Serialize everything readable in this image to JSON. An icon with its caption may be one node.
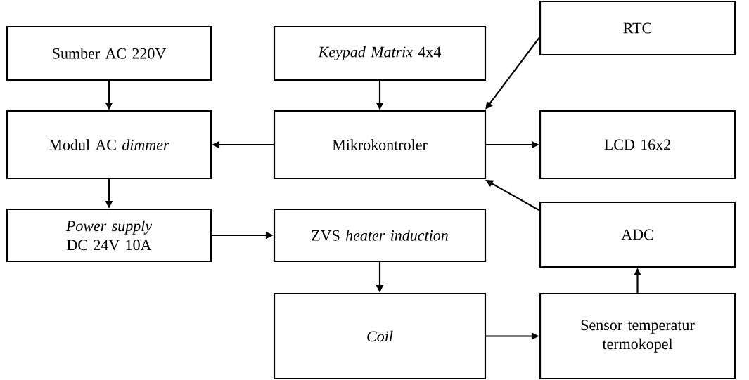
{
  "diagram": {
    "nodes": [
      {
        "text": [
          "Sumber AC 220V"
        ]
      },
      {
        "text": [
          "*Keypad Matrix* 4x4"
        ]
      },
      {
        "text": [
          "RTC"
        ]
      },
      {
        "text": [
          "Modul AC *dimmer*"
        ]
      },
      {
        "text": [
          "Mikrokontroler"
        ]
      },
      {
        "text": [
          "LCD 16x2"
        ]
      },
      {
        "text": [
          "*Power supply* DC 24V 10A"
        ]
      },
      {
        "text": [
          "ZVS *heater induction*"
        ]
      },
      {
        "text": [
          "ADC"
        ]
      },
      {
        "text": [
          "Coil"
        ]
      },
      {
        "text": [
          "Sensor temperatur termokopel"
        ]
      }
    ],
    "edges": [
      {
        "from": 0,
        "to": 3,
        "arrow": "to"
      },
      {
        "from": 1,
        "to": 4,
        "arrow": "to"
      },
      {
        "from": 2,
        "to": 4,
        "arrow": "to"
      },
      {
        "from": 4,
        "to": 3,
        "arrow": "to"
      },
      {
        "from": 4,
        "to": 5,
        "arrow": "to"
      },
      {
        "from": 3,
        "to": 6,
        "arrow": "to"
      },
      {
        "from": 6,
        "to": 7,
        "arrow": "to"
      },
      {
        "from": 7,
        "to": 9,
        "arrow": "to"
      },
      {
        "from": 9,
        "to": 10,
        "arrow": "to"
      },
      {
        "from": 10,
        "to": 8,
        "arrow": "to"
      },
      {
        "from": 8,
        "to": 4,
        "arrow": "to"
      }
    ]
  }
}
